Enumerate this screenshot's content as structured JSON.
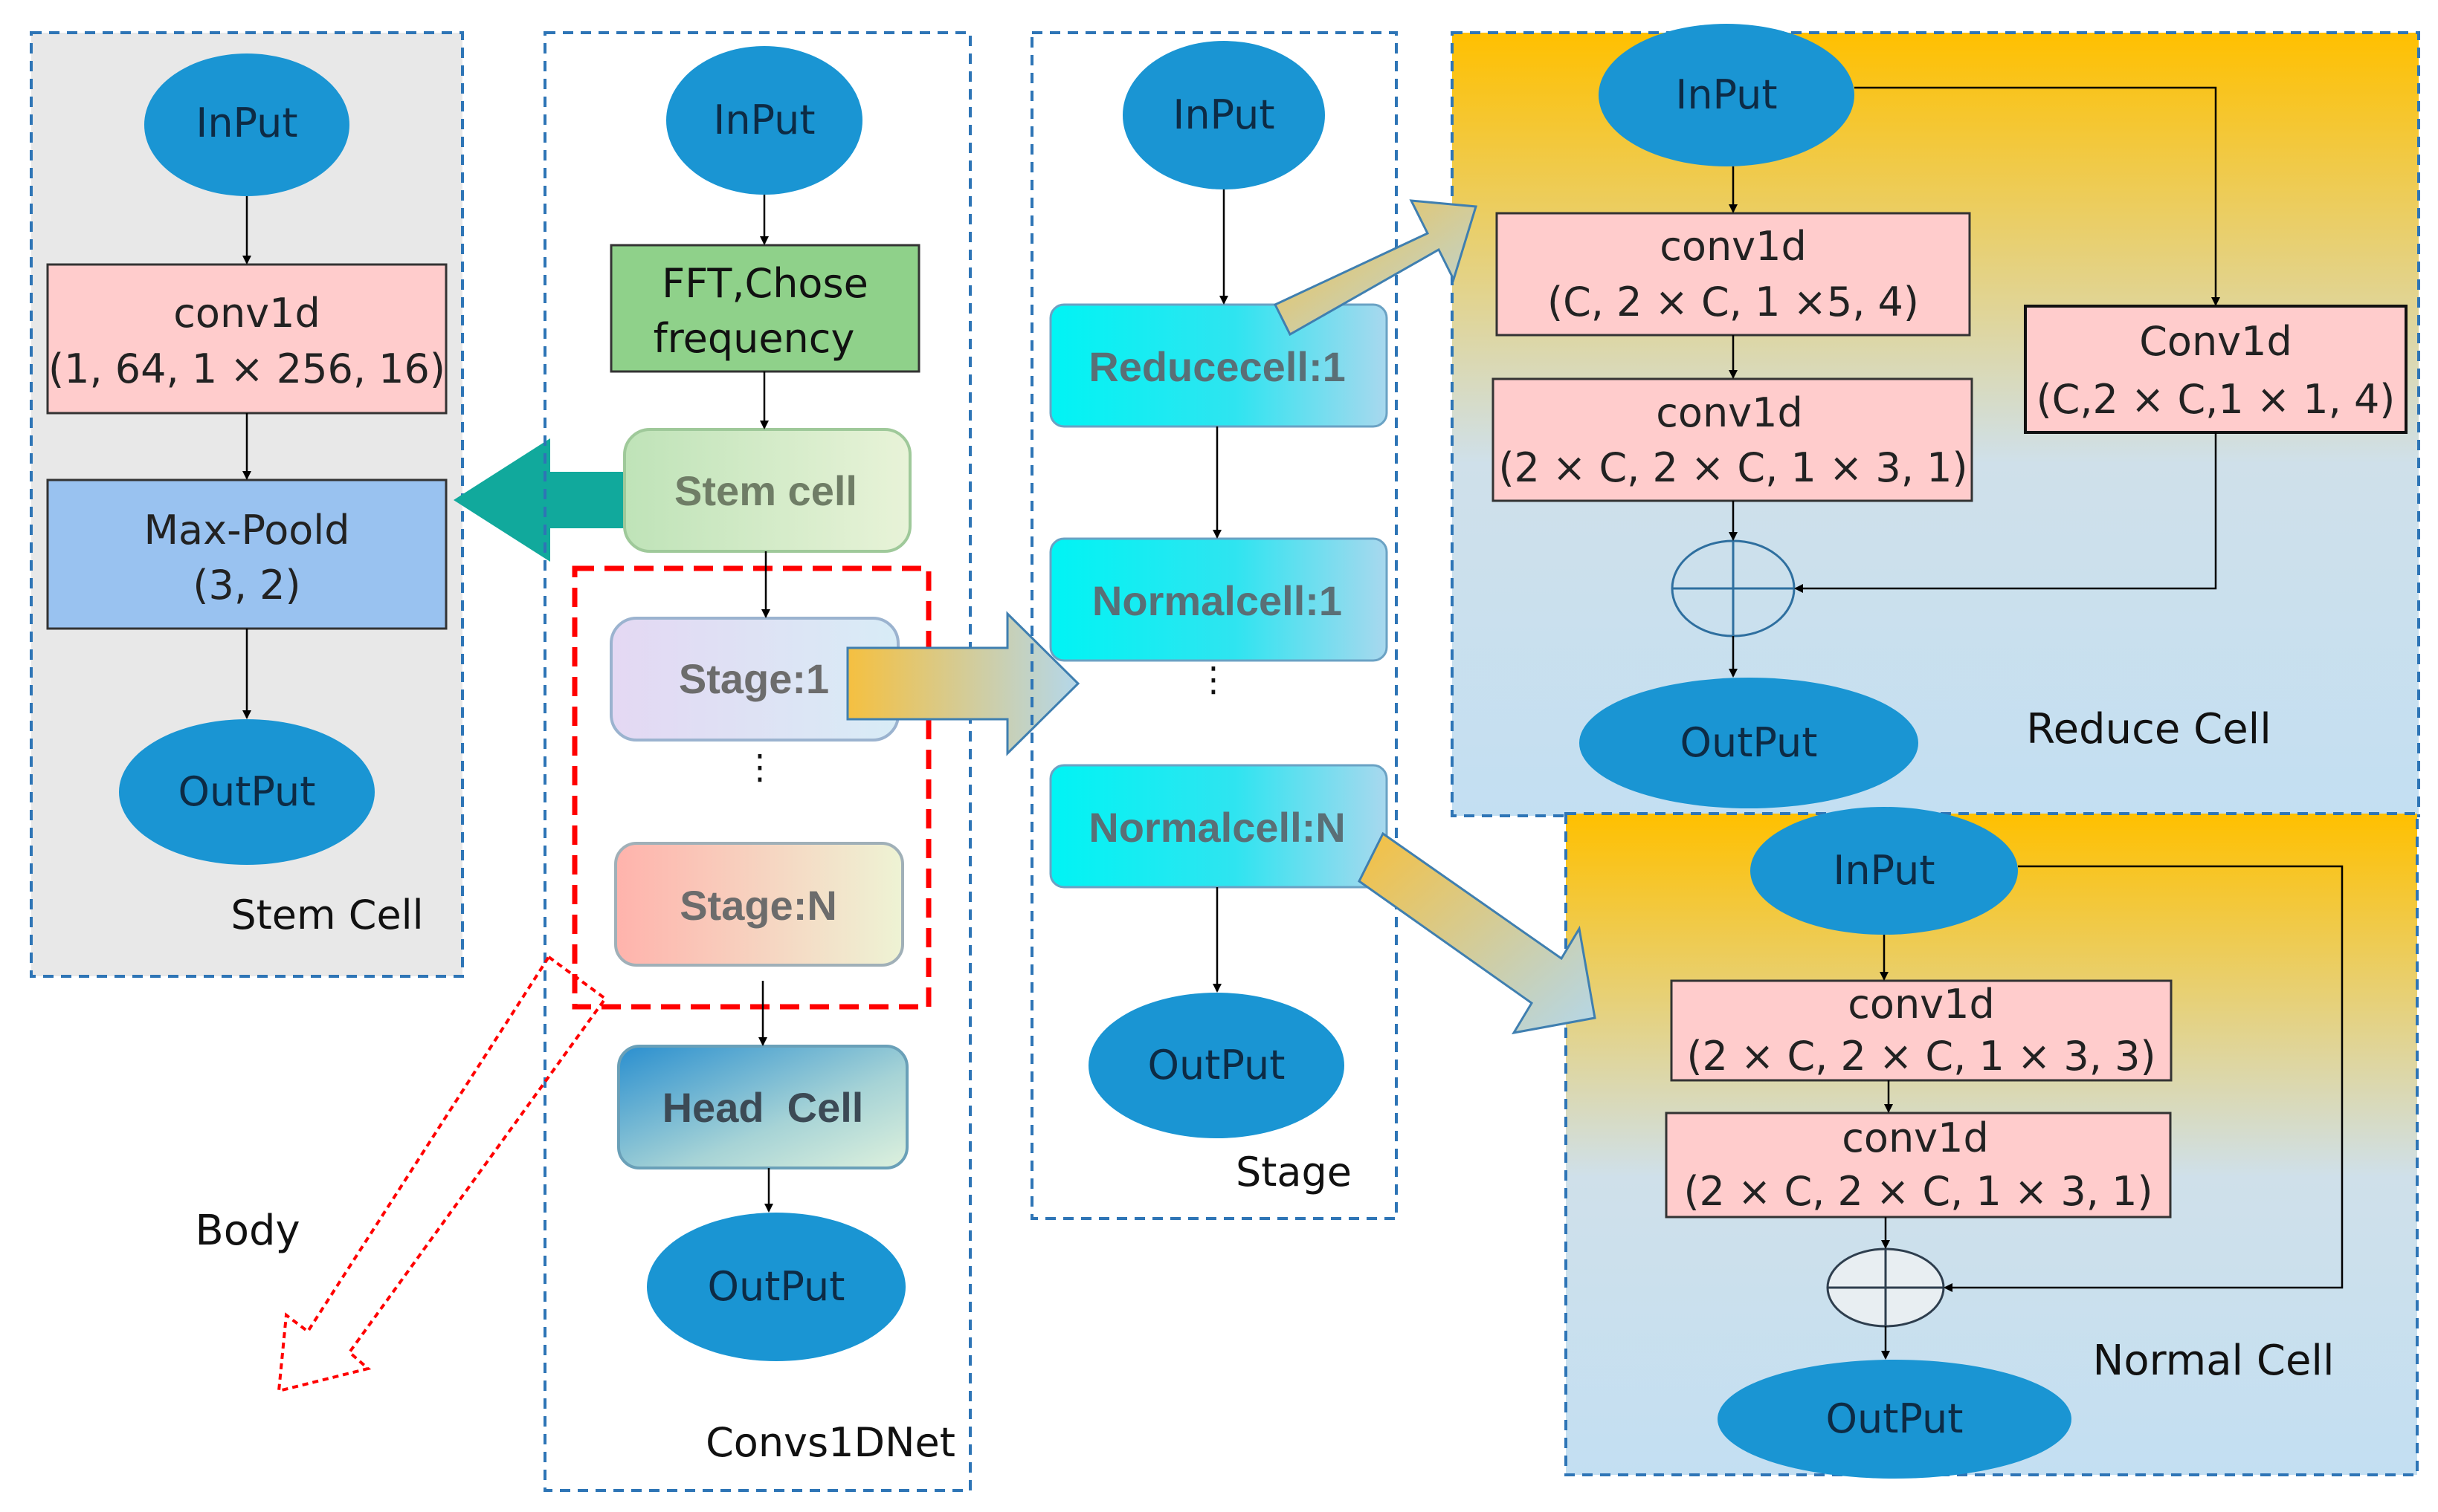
{
  "stem_panel": {
    "input": "InPut",
    "conv_title": "conv1d",
    "conv_params": "(1, 64, 1 × 256, 16)",
    "pool_title": "Max-Poold",
    "pool_params": "(3, 2)",
    "output": "OutPut",
    "caption": "Stem Cell"
  },
  "net_panel": {
    "input": "InPut",
    "fft_line1": "FFT,Chose",
    "fft_line2": "frequency",
    "stem": "Stem cell",
    "stage1": "Stage:1",
    "dots": "⋮",
    "stageN": "Stage:N",
    "head": "Head  Cell",
    "output": "OutPut",
    "caption": "Convs1DNet"
  },
  "body_label": "Body",
  "stage_panel": {
    "input": "InPut",
    "reduce": "Reducecell:1",
    "normal1": "Normalcell:1",
    "dots": "⋮",
    "normalN": "Normalcell:N",
    "output": "OutPut",
    "caption": "Stage"
  },
  "reduce_panel": {
    "input": "InPut",
    "conv1_title": "conv1d",
    "conv1_params": "(C, 2 × C, 1 ×5, 4)",
    "conv2_title": "conv1d",
    "conv2_params": "(2 × C, 2 × C, 1 × 3, 1)",
    "conv3_title": "Conv1d",
    "conv3_params": "(C,2 × C,1 × 1, 4)",
    "output": "OutPut",
    "caption": "Reduce Cell"
  },
  "normal_panel": {
    "input": "InPut",
    "conv1_title": "conv1d",
    "conv1_params": "(2 × C, 2 × C, 1 × 3, 3)",
    "conv2_title": "conv1d",
    "conv2_params": "(2 × C, 2 × C, 1 × 3, 1)",
    "output": "OutPut",
    "caption": "Normal Cell"
  },
  "colors": {
    "ellipse": "#1a95d3",
    "ellipse_text": "#0d2b45",
    "conv_fill": "#ffcccc",
    "pool_fill": "#99c2f0",
    "fft_fill": "#8fd18a",
    "dash_blue": "#2e75b6",
    "dash_red": "#ff0000",
    "stem_bg": "#e8e8e8",
    "arrow_yellow": "#f5c64a",
    "arrow_teal": "#11a99c"
  }
}
